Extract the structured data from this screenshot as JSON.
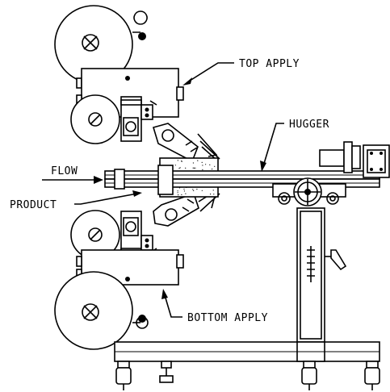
{
  "labels": {
    "top_apply": "TOP APPLY",
    "hugger": "HUGGER",
    "flow": "FLOW",
    "product": "PRODUCT",
    "bottom_apply": "BOTTOM APPLY"
  }
}
